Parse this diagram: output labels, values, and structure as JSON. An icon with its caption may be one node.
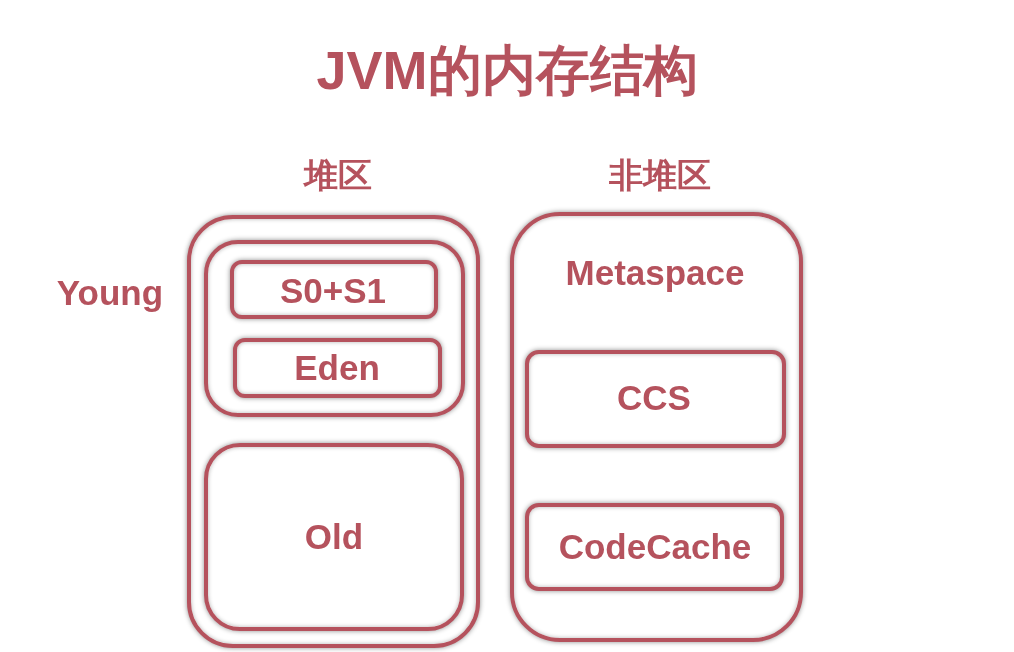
{
  "diagram": {
    "title": "JVM的内存结构",
    "nodes": [
      {
        "text": [
          "堆区"
        ]
      },
      {
        "text": [
          "Young"
        ],
        "in": 0
      },
      {
        "text": [
          "S0+S1"
        ],
        "in": 1
      },
      {
        "text": [
          "Eden"
        ],
        "in": 1
      },
      {
        "text": [
          "Old"
        ],
        "in": 0
      },
      {
        "text": [
          "非堆区",
          "Metaspace"
        ]
      },
      {
        "text": [
          "CCS"
        ],
        "in": 5
      },
      {
        "text": [
          "CodeCache"
        ],
        "in": 5
      }
    ]
  }
}
